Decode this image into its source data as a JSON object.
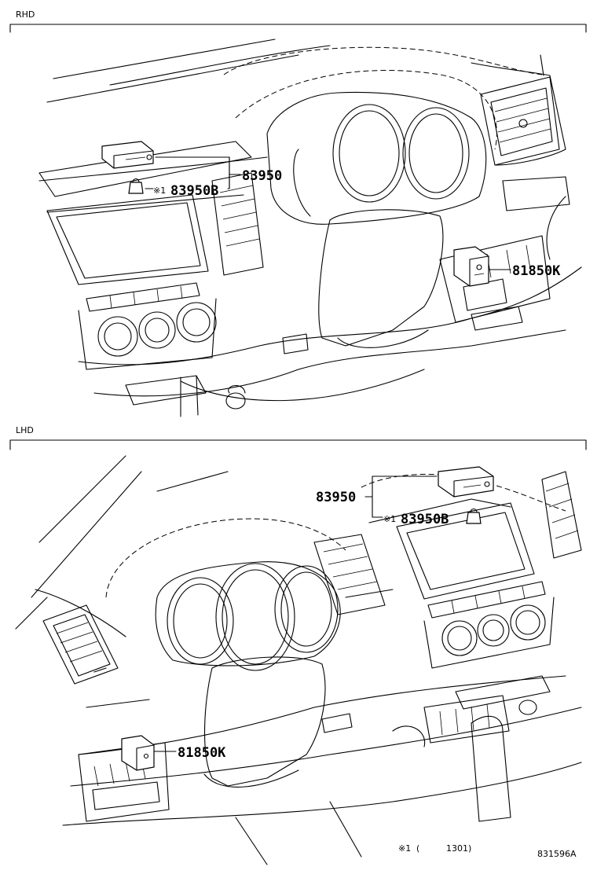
{
  "sections": {
    "rhd": {
      "label": "RHD"
    },
    "lhd": {
      "label": "LHD"
    }
  },
  "rhd_parts": {
    "switch_part": "83950",
    "clip_part": "※1 83950B",
    "clip_part_text": "83950B",
    "rh_switch_part": "81850K"
  },
  "lhd_parts": {
    "switch_part": "83950",
    "clip_part_text": "83950B",
    "lh_switch_part": "81850K"
  },
  "footnote": {
    "mark": "※1",
    "paren_open": "(",
    "date": "1301)"
  },
  "illustration_code": "831596A",
  "icons": [
    "clip-icon",
    "switch-icon"
  ]
}
